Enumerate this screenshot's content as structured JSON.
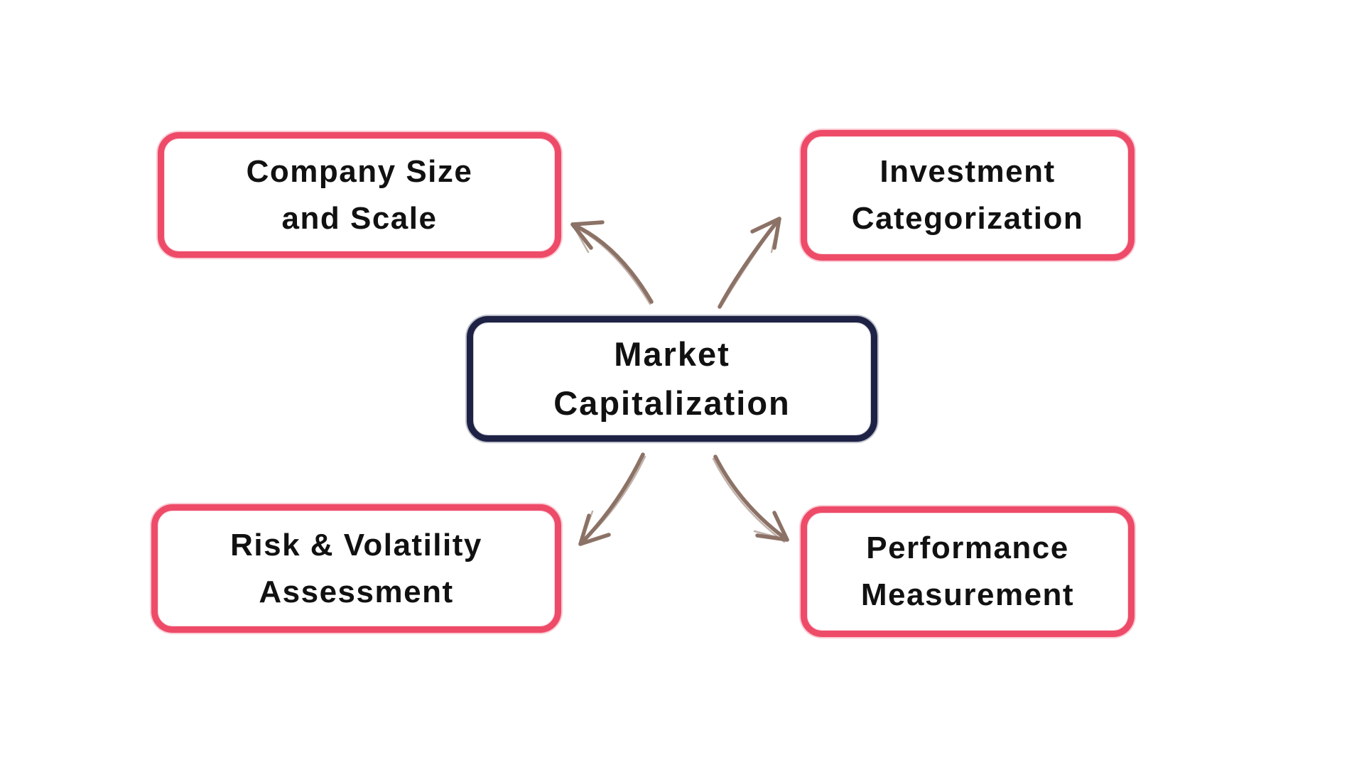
{
  "colors": {
    "background": "#ffffff",
    "node_border_pink": "#ee4b69",
    "node_border_navy": "#1e2245",
    "arrow_brown": "#8c7266",
    "text": "#111111"
  },
  "nodes": {
    "center": {
      "lines": [
        "Market",
        "Capitalization"
      ]
    },
    "top_left": {
      "lines": [
        "Company Size",
        "and Scale"
      ]
    },
    "top_right": {
      "lines": [
        "Investment",
        "Categorization"
      ]
    },
    "bottom_left": {
      "lines": [
        "Risk & Volatility",
        "Assessment"
      ]
    },
    "bottom_right": {
      "lines": [
        "Performance",
        "Measurement"
      ]
    }
  },
  "arrows": [
    {
      "from": "Market Capitalization",
      "to": "Company Size and Scale"
    },
    {
      "from": "Market Capitalization",
      "to": "Investment Categorization"
    },
    {
      "from": "Market Capitalization",
      "to": "Risk & Volatility Assessment"
    },
    {
      "from": "Market Capitalization",
      "to": "Performance Measurement"
    }
  ]
}
